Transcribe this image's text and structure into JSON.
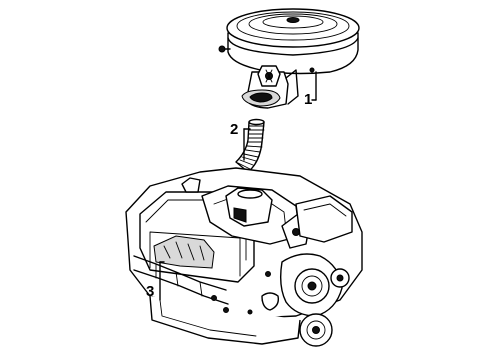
{
  "callouts": [
    {
      "number": "1"
    },
    {
      "number": "2"
    },
    {
      "number": "3"
    }
  ],
  "colors": {
    "ink": "#000000",
    "background": "#ffffff"
  }
}
